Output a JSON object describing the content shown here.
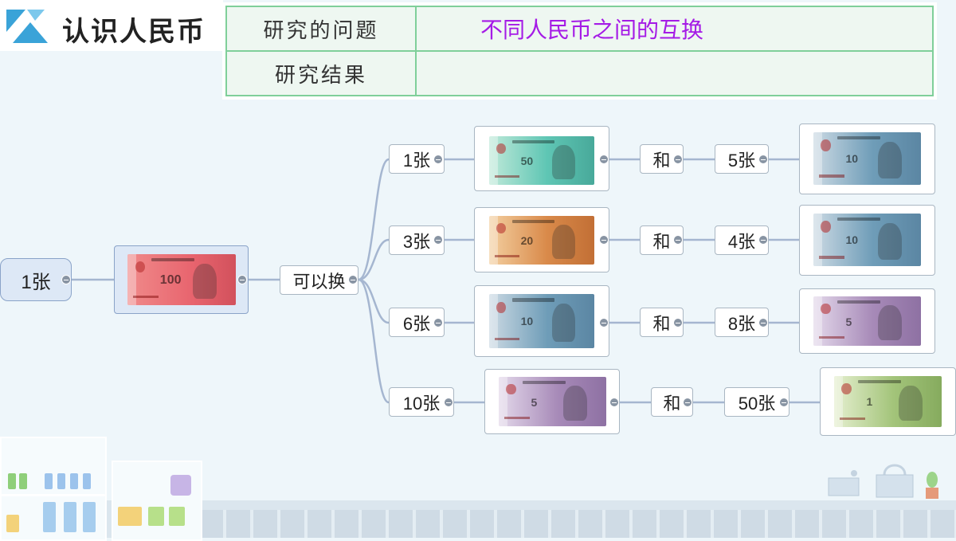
{
  "header": {
    "title": "认识人民币"
  },
  "research": {
    "question_label": "研究的问题",
    "question_value": "不同人民币之间的互换",
    "result_label": "研究结果",
    "result_value": ""
  },
  "mindmap": {
    "root": {
      "label": "1张",
      "note": "100"
    },
    "middle": "可以换",
    "rows": [
      {
        "count_a": "1张",
        "note_a": "50",
        "and": "和",
        "count_b": "5张",
        "note_b": "10"
      },
      {
        "count_a": "3张",
        "note_a": "20",
        "and": "和",
        "count_b": "4张",
        "note_b": "10"
      },
      {
        "count_a": "6张",
        "note_a": "10",
        "and": "和",
        "count_b": "8张",
        "note_b": "5"
      },
      {
        "count_a": "10张",
        "note_a": "5",
        "and": "和",
        "count_b": "50张",
        "note_b": "1"
      }
    ]
  },
  "colors": {
    "accent_purple": "#a51be6",
    "table_border": "#7fcf9a",
    "root_node_bg": "#dde8f6",
    "connector": "#a5b6d0",
    "note_100": "#e8646e",
    "note_50": "#5fc6b4",
    "note_20": "#d98a4a",
    "note_10": "#6f9db8",
    "note_5": "#a78ab8",
    "note_1": "#a3c47a"
  }
}
